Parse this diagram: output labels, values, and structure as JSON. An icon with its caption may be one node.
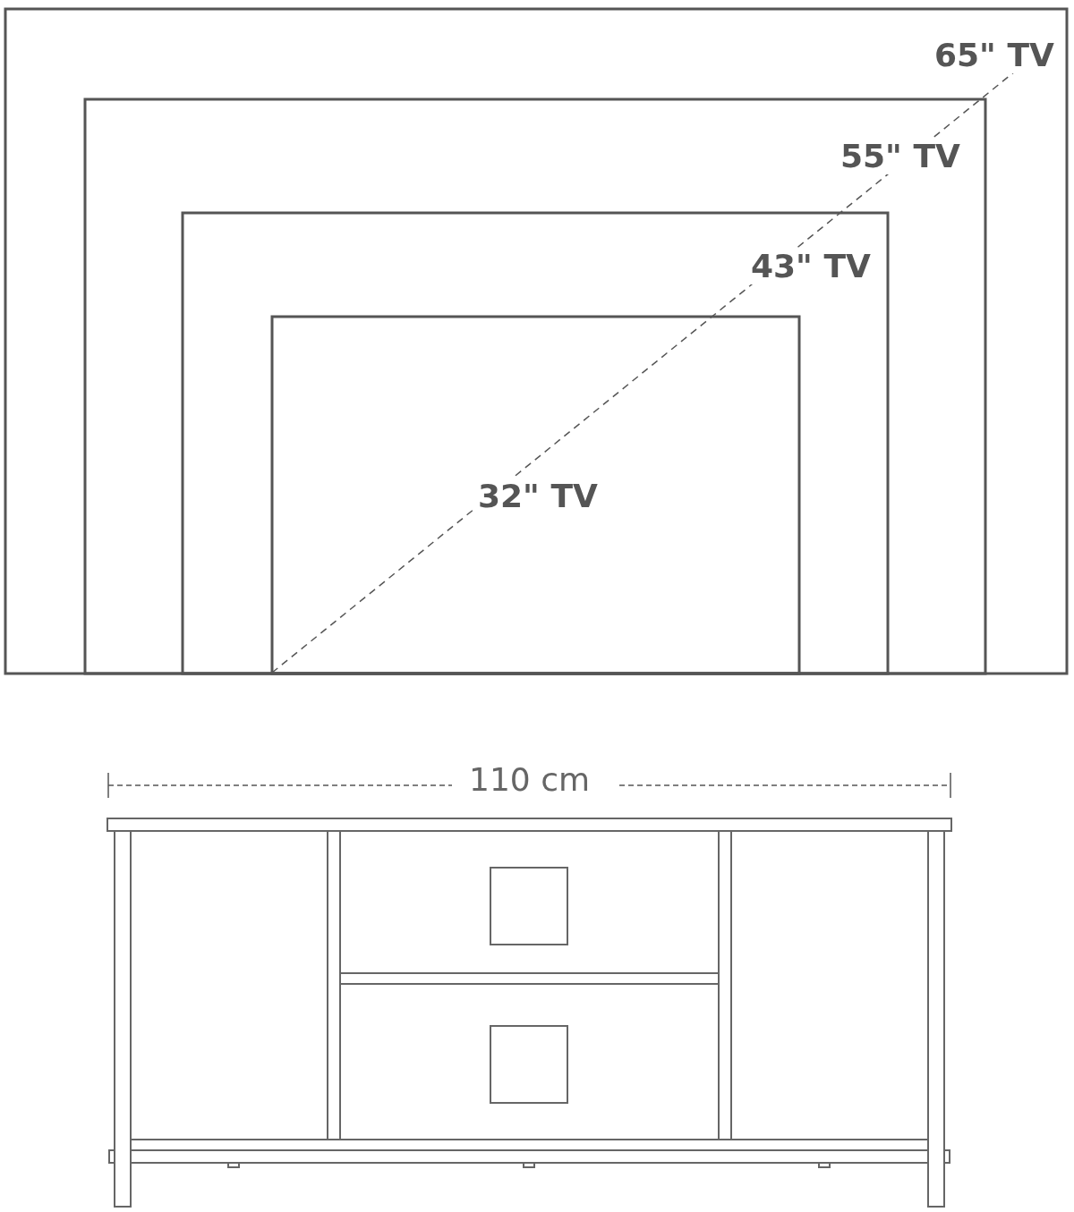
{
  "diagram": {
    "labels": [
      "65\" TV",
      "55\" TV",
      "43\" TV",
      "32\" TV",
      "110 cm"
    ]
  }
}
